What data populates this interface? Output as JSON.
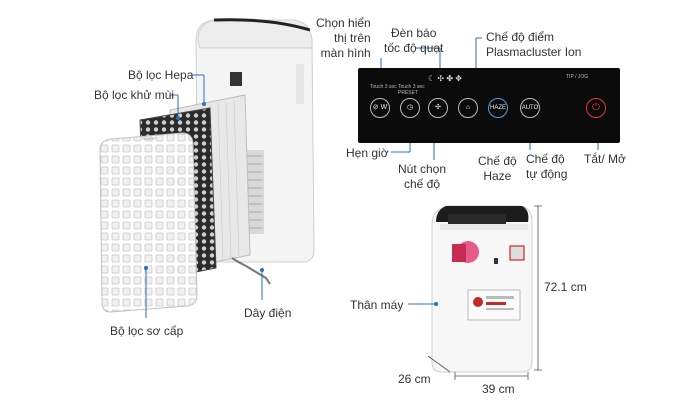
{
  "labels": {
    "chon_hien_thi": [
      "Chọn hiển",
      "thị trên",
      "màn hình"
    ],
    "den_bao": [
      "Đèn báo",
      "tốc độ quạt"
    ],
    "plasmacluster": [
      "Chế độ điểm",
      "Plasmacluster Ion"
    ],
    "bo_loc_hepa": "Bộ lọc Hepa",
    "bo_loc_khu_mui": "Bộ lọc khử mùi",
    "hen_gio": "Hẹn giờ",
    "nut_chon": [
      "Nút chọn",
      "chế độ"
    ],
    "che_do_haze": [
      "Chế độ",
      "Haze"
    ],
    "che_do_tu_dong": [
      "Chế độ",
      "tự động"
    ],
    "tat_mo": "Tắt/ Mở",
    "bo_loc_so_cap": "Bộ lọc sơ cấp",
    "day_dien": "Dây điện",
    "than_may": "Thân máy",
    "height": "72.1 cm",
    "depth": "26 cm",
    "width": "39 cm"
  },
  "panel": {
    "buttons": [
      "⊘ W",
      "◷",
      "✣",
      "⌂",
      "HAZE",
      "AUTO",
      "⏻"
    ],
    "small_texts": [
      "Touch 3 sec",
      "Touch 3 sec",
      "PRESET",
      "TIP / JOG"
    ]
  },
  "colors": {
    "panel_bg": "#0b0b0b",
    "line_color": "#2a6fb5",
    "haze_ring": "#4d9fe0",
    "power_red": "#e23a3a"
  }
}
